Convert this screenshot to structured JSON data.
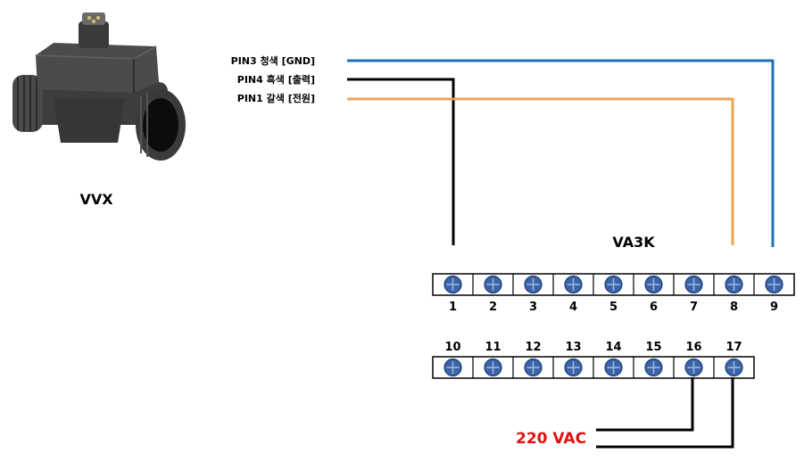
{
  "sensor": {
    "name": "VVX"
  },
  "wires": [
    {
      "label": "PIN3 청색 [GND]",
      "color": "#1f6fb8",
      "terminal": "9"
    },
    {
      "label": "PIN4 흑색 [출력]",
      "color": "#000000",
      "terminal": "1"
    },
    {
      "label": "PIN1 갈색 [전원]",
      "color": "#f0a050",
      "terminal": "8"
    }
  ],
  "controller": {
    "name": "VA3K",
    "top_terminals": [
      "1",
      "2",
      "3",
      "4",
      "5",
      "6",
      "7",
      "8",
      "9"
    ],
    "bottom_terminals": [
      "10",
      "11",
      "12",
      "13",
      "14",
      "15",
      "16",
      "17"
    ]
  },
  "power": {
    "label": "220 VAC",
    "color": "#e01010",
    "terminals": [
      "16",
      "17"
    ]
  },
  "colors": {
    "screw": "#3a64a8",
    "screw_dark": "#1e3f78"
  }
}
